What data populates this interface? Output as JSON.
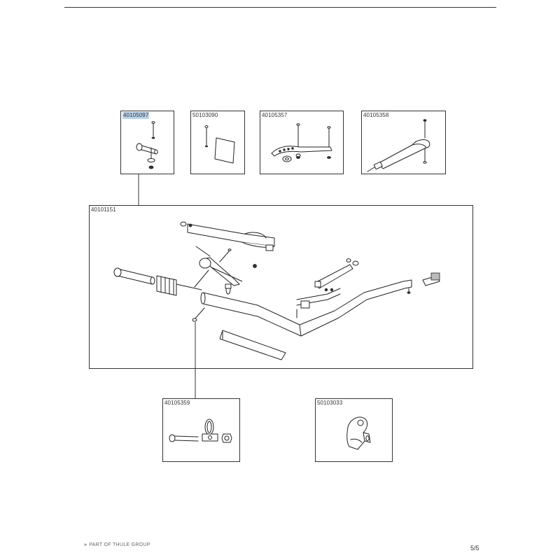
{
  "parts": {
    "p1": {
      "code": "40105097"
    },
    "p2": {
      "code": "50103090"
    },
    "p3": {
      "code": "40105357"
    },
    "p4": {
      "code": "40105358"
    },
    "main": {
      "code": "40101151"
    },
    "p5": {
      "code": "40105359"
    },
    "p6": {
      "code": "50103033"
    }
  },
  "highlight_color": "#b9d3ea",
  "footer": {
    "brand": "PART OF THULE GROUP",
    "page": "5/5"
  }
}
